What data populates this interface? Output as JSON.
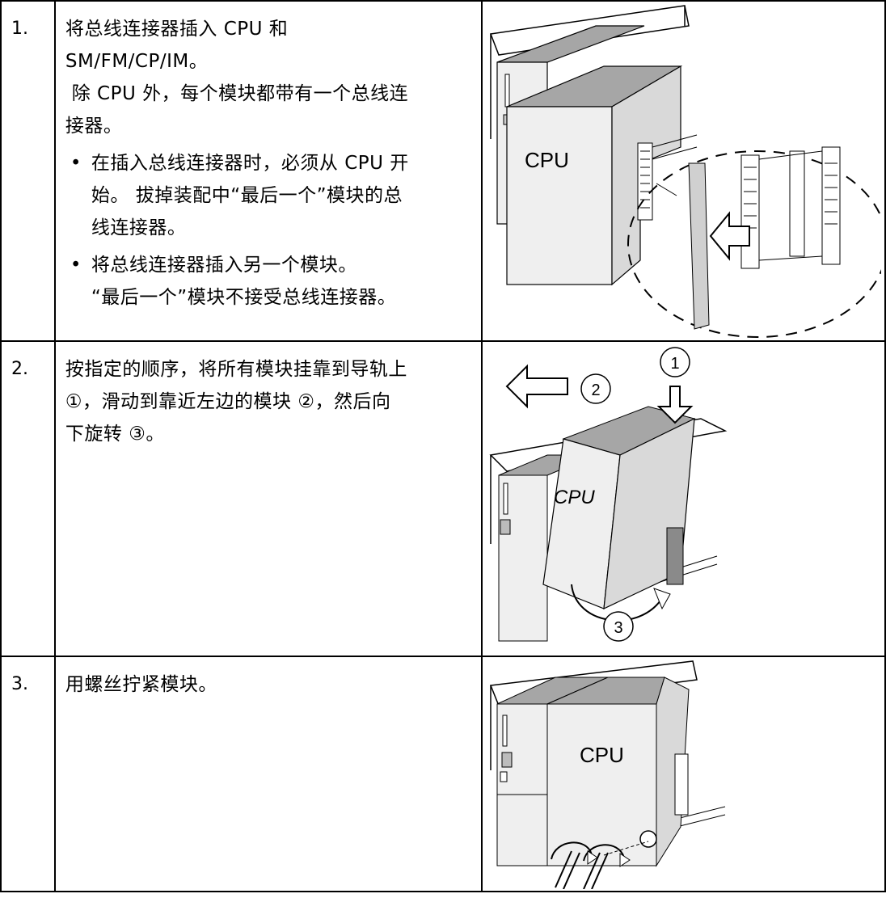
{
  "steps": [
    {
      "number": "1.",
      "text_lines": [
        "将总线连接器插入 CPU 和",
        "SM/FM/CP/IM。",
        " 除 CPU 外，每个模块都带有一个总线连",
        "接器。"
      ],
      "bullets": [
        [
          "在插入总线连接器时，必须从 CPU 开",
          "始。 拔掉装配中“最后一个”模块的总",
          "线连接器。"
        ],
        [
          "将总线连接器插入另一个模块。",
          "“最后一个”模块不接受总线连接器。"
        ]
      ],
      "figure_label": "CPU"
    },
    {
      "number": "2.",
      "text_lines": [
        "按指定的顺序，将所有模块挂靠到导轨上",
        "①，滑动到靠近左边的模块 ②，然后向",
        "下旋转 ③。"
      ],
      "figure_label": "CPU",
      "callouts": [
        "1",
        "2",
        "3"
      ]
    },
    {
      "number": "3.",
      "text_lines": [
        "用螺丝拧紧模块。"
      ],
      "figure_label": "CPU"
    }
  ]
}
